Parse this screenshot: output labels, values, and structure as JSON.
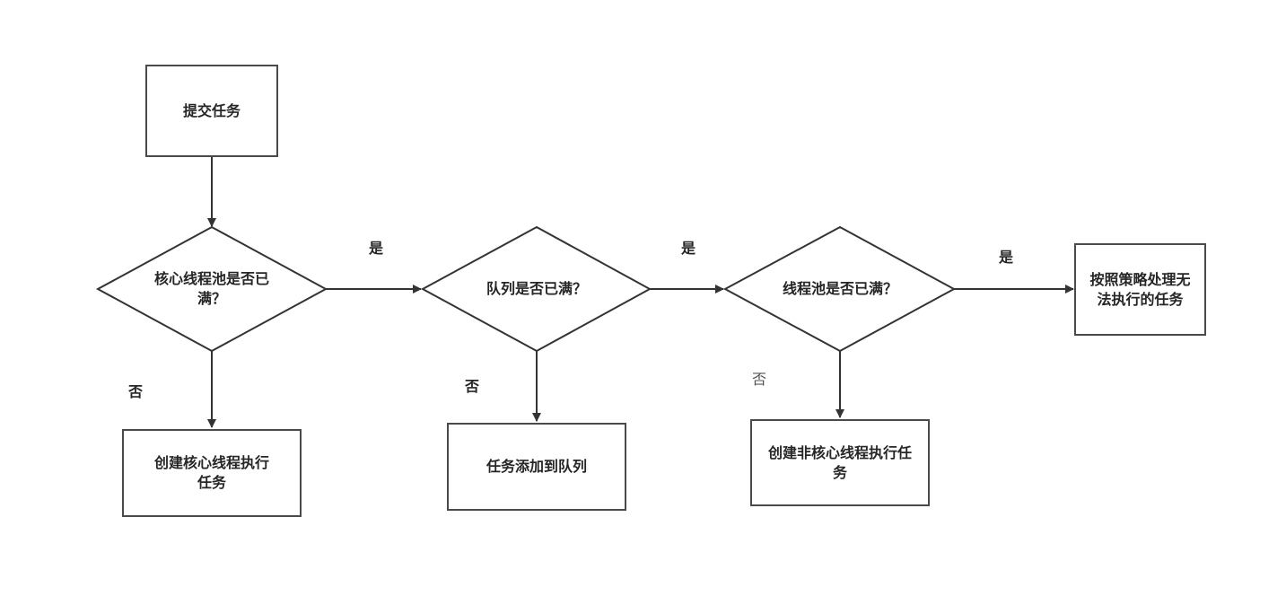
{
  "nodes": {
    "submit": "提交任务",
    "core_full": "核心线程池是否已满？",
    "queue_full": "队列是否已满？",
    "pool_full": "线程池是否已满？",
    "reject": "按照策略处理无法执行的任务",
    "create_core": "创建核心线程执行任务",
    "add_queue": "任务添加到队列",
    "create_noncore": "创建非核心线程执行任务"
  },
  "edges": {
    "yes": "是",
    "no": "否"
  }
}
